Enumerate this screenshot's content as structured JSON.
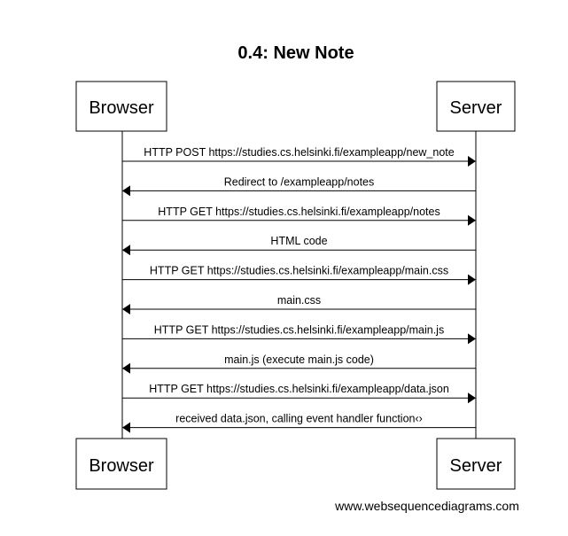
{
  "title": "0.4: New Note",
  "participants": {
    "left": "Browser",
    "right": "Server"
  },
  "messages": [
    {
      "from": "Browser",
      "to": "Server",
      "text": "HTTP POST https://studies.cs.helsinki.fi/exampleapp/new_note"
    },
    {
      "from": "Server",
      "to": "Browser",
      "text": "Redirect to /exampleapp/notes"
    },
    {
      "from": "Browser",
      "to": "Server",
      "text": "HTTP GET https://studies.cs.helsinki.fi/exampleapp/notes"
    },
    {
      "from": "Server",
      "to": "Browser",
      "text": "HTML code"
    },
    {
      "from": "Browser",
      "to": "Server",
      "text": "HTTP GET https://studies.cs.helsinki.fi/exampleapp/main.css"
    },
    {
      "from": "Server",
      "to": "Browser",
      "text": "main.css"
    },
    {
      "from": "Browser",
      "to": "Server",
      "text": "HTTP GET https://studies.cs.helsinki.fi/exampleapp/main.js"
    },
    {
      "from": "Server",
      "to": "Browser",
      "text": "main.js (execute main.js code)"
    },
    {
      "from": "Browser",
      "to": "Server",
      "text": "HTTP GET https://studies.cs.helsinki.fi/exampleapp/data.json"
    },
    {
      "from": "Server",
      "to": "Browser",
      "text": "received data.json, calling event handler function‹›"
    }
  ],
  "watermark": "www.websequencediagrams.com",
  "colors": {
    "line": "#000000",
    "box_fill": "#ffffff",
    "background": "#ffffff"
  }
}
